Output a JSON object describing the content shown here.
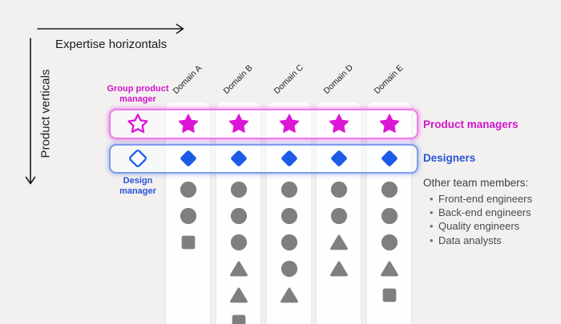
{
  "axes": {
    "horizontal_label": "Expertise horizontals",
    "vertical_label": "Product verticals"
  },
  "matrix": {
    "domains": [
      {
        "label": "Domain A",
        "members": [
          "circle",
          "circle",
          "square"
        ]
      },
      {
        "label": "Domain B",
        "members": [
          "circle",
          "circle",
          "circle",
          "triangle",
          "triangle",
          "square"
        ]
      },
      {
        "label": "Domain C",
        "members": [
          "circle",
          "circle",
          "circle",
          "circle",
          "triangle"
        ]
      },
      {
        "label": "Domain D",
        "members": [
          "circle",
          "circle",
          "triangle",
          "triangle"
        ]
      },
      {
        "label": "Domain E",
        "members": [
          "circle",
          "circle",
          "circle",
          "triangle",
          "square"
        ]
      }
    ],
    "rows": [
      {
        "id": "product-managers",
        "label": "Product managers",
        "manager_label": "Group product manager",
        "shape": "star"
      },
      {
        "id": "designers",
        "label": "Designers",
        "manager_label": "Design manager",
        "shape": "diamond"
      }
    ]
  },
  "legend": {
    "others_title": "Other team members:",
    "others": [
      "Front-end engineers",
      "Back-end engineers",
      "Quality engineers",
      "Data analysts"
    ]
  },
  "colors": {
    "magenta": "#DC16D6",
    "magenta_text": "#D114CB",
    "blue": "#1C5BE8",
    "blue_text": "#2A52D6",
    "gray_shape": "#7F7F7F",
    "background": "#F2F1F0",
    "ink": "#1C1C1C"
  }
}
